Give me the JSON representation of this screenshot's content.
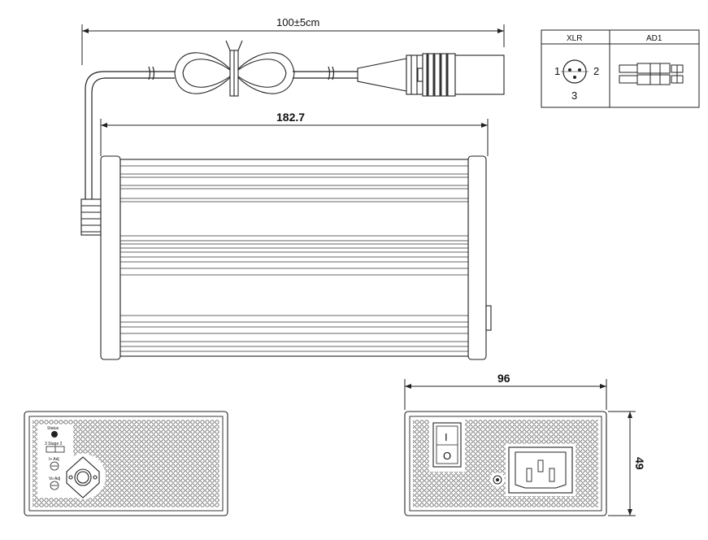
{
  "dimensions": {
    "cable_length": "100±5cm",
    "body_length": "182.7",
    "end_width": "96",
    "end_height": "49"
  },
  "connector_table": {
    "col1_header": "XLR",
    "col2_header": "AD1",
    "pin_1": "1",
    "pin_2": "2",
    "pin_3": "3"
  },
  "front_panel": {
    "status_label": "Status",
    "stage_label": "3 Stage 2",
    "current_adj_label": "I+ Adj",
    "voltage_adj_label": "Vo Adj"
  },
  "rear_panel": {
    "switch_on": "I",
    "switch_off": "O"
  }
}
